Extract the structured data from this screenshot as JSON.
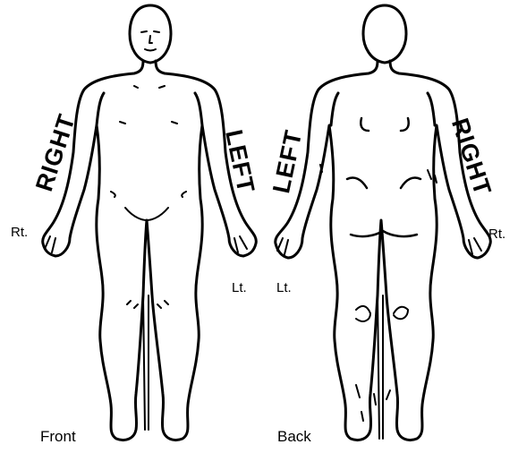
{
  "front": {
    "side_right": "RIGHT",
    "side_left": "LEFT",
    "hand_right": "Rt.",
    "hand_left": "Lt.",
    "view": "Front"
  },
  "back": {
    "side_left": "LEFT",
    "side_right": "RIGHT",
    "hand_left": "Lt.",
    "hand_right": "Rt.",
    "view": "Back"
  },
  "colors": {
    "line": "#000000",
    "background": "#ffffff"
  }
}
